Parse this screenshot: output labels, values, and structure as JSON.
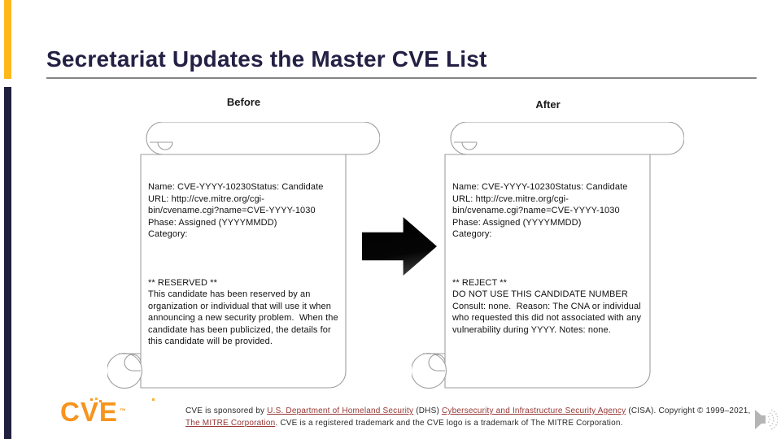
{
  "slide": {
    "title": "Secretariat Updates the Master CVE List"
  },
  "labels": {
    "before": "Before",
    "after": "After"
  },
  "scrolls": {
    "before": {
      "record": "Name: CVE-YYYY-10230Status: Candidate\nURL: http://cve.mitre.org/cgi-\nbin/cvename.cgi?name=CVE-YYYY-1030\nPhase: Assigned (YYYYMMDD)\nCategory:",
      "status": "** RESERVED **\nThis candidate has been reserved by an\norganization or individual that will use it when\nannouncing a new security problem.  When the\ncandidate has been publicized, the details for\nthis candidate will be provided."
    },
    "after": {
      "record": "Name: CVE-YYYY-10230Status: Candidate\nURL: http://cve.mitre.org/cgi-\nbin/cvename.cgi?name=CVE-YYYY-1030\nPhase: Assigned (YYYYMMDD)\nCategory:",
      "status": "** REJECT **\nDO NOT USE THIS CANDIDATE NUMBER\nConsult: none.  Reason: The CNA or individual\nwho requested this did not associated with any\nvulnerability during YYYY. Notes: none."
    }
  },
  "logo": {
    "text": "CVE",
    "tm": "™"
  },
  "footer": {
    "seg1": "CVE is sponsored by ",
    "link1": "U.S. Department of Homeland Security",
    "seg2": " (DHS) ",
    "link2": "Cybersecurity and Infrastructure Security Agency",
    "seg3": " (CISA). Copyright © 1999–2021, ",
    "link3": "The MITRE Corporation",
    "seg4": ". CVE is a registered trademark and the CVE logo is a trademark of The MITRE Corporation."
  },
  "icons": {
    "speaker": "audio-speaker-with-sound-waves",
    "arrow": "black-right-block-arrow"
  },
  "colors": {
    "accent_orange": "#FFB81C",
    "accent_navy": "#20203E",
    "title_navy": "#232044",
    "link_maroon": "#943634",
    "logo_orange": "#F7941E",
    "scroll_outline": "#9e9e9e"
  }
}
